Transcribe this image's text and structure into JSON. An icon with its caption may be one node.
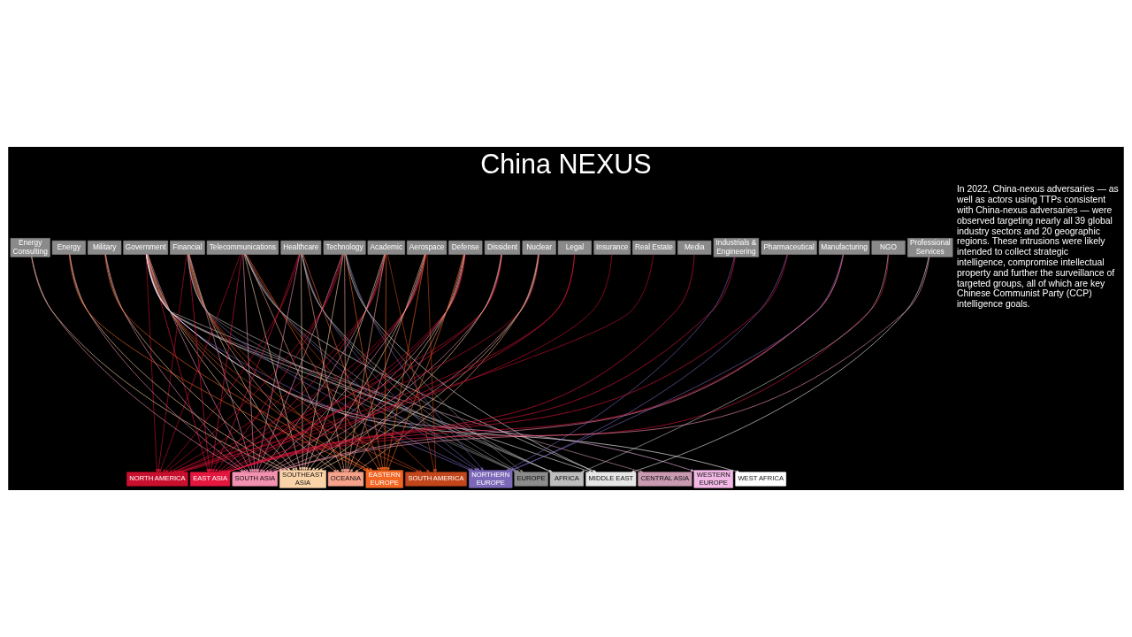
{
  "diagram": {
    "title": "China NEXUS",
    "nodes": [
      {
        "text": [
          "Government"
        ]
      },
      {
        "text": [
          "Financial"
        ]
      },
      {
        "text": [
          "Telecommunications"
        ]
      },
      {
        "text": [
          "Healthcare"
        ]
      },
      {
        "text": [
          "Technology"
        ]
      },
      {
        "text": [
          "Academic"
        ]
      },
      {
        "text": [
          "Aerospace"
        ]
      },
      {
        "text": [
          "Defense"
        ]
      },
      {
        "text": [
          "Dissident"
        ]
      },
      {
        "text": [
          "Nuclear"
        ]
      },
      {
        "text": [
          "Energy"
        ]
      },
      {
        "text": [
          "Manufacturing"
        ]
      },
      {
        "text": [
          "Military"
        ]
      },
      {
        "text": [
          "Energy Consulting"
        ]
      },
      {
        "text": [
          "Industrials & Engineering"
        ]
      },
      {
        "text": [
          "Legal"
        ]
      },
      {
        "text": [
          "NGO"
        ]
      },
      {
        "text": [
          "Pharmaceutical"
        ]
      },
      {
        "text": [
          "Professional Services"
        ]
      },
      {
        "text": [
          "Insurance"
        ]
      },
      {
        "text": [
          "Media"
        ]
      },
      {
        "text": [
          "Real Estate"
        ]
      },
      {
        "text": [
          "NORTH AMERICA"
        ]
      },
      {
        "text": [
          "EAST ASIA"
        ]
      },
      {
        "text": [
          "SOUTH ASIA"
        ]
      },
      {
        "text": [
          "SOUTHEAST ASIA"
        ]
      },
      {
        "text": [
          "OCEANIA"
        ]
      },
      {
        "text": [
          "EASTERN EUROPE"
        ]
      },
      {
        "text": [
          "SOUTH AMERICA"
        ]
      },
      {
        "text": [
          "NORTHERN EUROPE"
        ]
      },
      {
        "text": [
          "EUROPE"
        ]
      },
      {
        "text": [
          "AFRICA"
        ]
      },
      {
        "text": [
          "MIDDLE EAST"
        ]
      },
      {
        "text": [
          "CENTRAL ASIA"
        ]
      },
      {
        "text": [
          "WESTERN EUROPE"
        ]
      },
      {
        "text": [
          "WEST AFRICA"
        ]
      }
    ],
    "edges": [
      {
        "from": 0,
        "to": 22,
        "arrow": "to",
        "color": "#c8102e"
      },
      {
        "from": 0,
        "to": 23,
        "arrow": "to",
        "color": "#e4173e"
      },
      {
        "from": 0,
        "to": 24,
        "arrow": "to",
        "color": "#f291b0"
      },
      {
        "from": 0,
        "to": 25,
        "arrow": "to",
        "color": "#fbd3a8"
      },
      {
        "from": 0,
        "to": 26,
        "arrow": "to",
        "color": "#f7a38c"
      },
      {
        "from": 0,
        "to": 27,
        "arrow": "to",
        "color": "#f26522"
      },
      {
        "from": 0,
        "to": 28,
        "arrow": "to",
        "color": "#c1461b"
      },
      {
        "from": 0,
        "to": 29,
        "arrow": "to",
        "color": "#7b68b8"
      },
      {
        "from": 0,
        "to": 30,
        "arrow": "to",
        "color": "#8c8c8c"
      },
      {
        "from": 0,
        "to": 31,
        "arrow": "to",
        "color": "#bdbdbd"
      },
      {
        "from": 0,
        "to": 32,
        "arrow": "to",
        "color": "#e6e6e6"
      },
      {
        "from": 0,
        "to": 33,
        "arrow": "to",
        "color": "#c99ab0"
      },
      {
        "from": 0,
        "to": 34,
        "arrow": "to",
        "color": "#f2b8e6"
      },
      {
        "from": 0,
        "to": 35,
        "arrow": "to",
        "color": "#ffffff"
      },
      {
        "from": 1,
        "to": 22,
        "arrow": "to",
        "color": "#c8102e"
      },
      {
        "from": 1,
        "to": 23,
        "arrow": "to",
        "color": "#e4173e"
      },
      {
        "from": 1,
        "to": 24,
        "arrow": "to",
        "color": "#f291b0"
      },
      {
        "from": 1,
        "to": 25,
        "arrow": "to",
        "color": "#fbd3a8"
      },
      {
        "from": 1,
        "to": 26,
        "arrow": "to",
        "color": "#f7a38c"
      },
      {
        "from": 1,
        "to": 27,
        "arrow": "to",
        "color": "#f26522"
      },
      {
        "from": 1,
        "to": 28,
        "arrow": "to",
        "color": "#c1461b"
      },
      {
        "from": 1,
        "to": 29,
        "arrow": "to",
        "color": "#7b68b8"
      },
      {
        "from": 1,
        "to": 30,
        "arrow": "to",
        "color": "#8c8c8c"
      },
      {
        "from": 1,
        "to": 31,
        "arrow": "to",
        "color": "#bdbdbd"
      },
      {
        "from": 2,
        "to": 22,
        "arrow": "to",
        "color": "#c8102e"
      },
      {
        "from": 2,
        "to": 23,
        "arrow": "to",
        "color": "#e4173e"
      },
      {
        "from": 2,
        "to": 24,
        "arrow": "to",
        "color": "#f291b0"
      },
      {
        "from": 2,
        "to": 25,
        "arrow": "to",
        "color": "#fbd3a8"
      },
      {
        "from": 2,
        "to": 26,
        "arrow": "to",
        "color": "#f7a38c"
      },
      {
        "from": 2,
        "to": 27,
        "arrow": "to",
        "color": "#f26522"
      },
      {
        "from": 2,
        "to": 28,
        "arrow": "to",
        "color": "#c1461b"
      },
      {
        "from": 2,
        "to": 29,
        "arrow": "to",
        "color": "#7b68b8"
      },
      {
        "from": 2,
        "to": 30,
        "arrow": "to",
        "color": "#8c8c8c"
      },
      {
        "from": 2,
        "to": 32,
        "arrow": "to",
        "color": "#e6e6e6"
      },
      {
        "from": 3,
        "to": 22,
        "arrow": "to",
        "color": "#c8102e"
      },
      {
        "from": 3,
        "to": 23,
        "arrow": "to",
        "color": "#e4173e"
      },
      {
        "from": 3,
        "to": 24,
        "arrow": "to",
        "color": "#f291b0"
      },
      {
        "from": 3,
        "to": 25,
        "arrow": "to",
        "color": "#fbd3a8"
      },
      {
        "from": 3,
        "to": 26,
        "arrow": "to",
        "color": "#f7a38c"
      },
      {
        "from": 3,
        "to": 27,
        "arrow": "to",
        "color": "#f26522"
      },
      {
        "from": 3,
        "to": 29,
        "arrow": "to",
        "color": "#7b68b8"
      },
      {
        "from": 3,
        "to": 30,
        "arrow": "to",
        "color": "#8c8c8c"
      },
      {
        "from": 3,
        "to": 31,
        "arrow": "to",
        "color": "#bdbdbd"
      },
      {
        "from": 4,
        "to": 22,
        "arrow": "to",
        "color": "#c8102e"
      },
      {
        "from": 4,
        "to": 23,
        "arrow": "to",
        "color": "#e4173e"
      },
      {
        "from": 4,
        "to": 24,
        "arrow": "to",
        "color": "#f291b0"
      },
      {
        "from": 4,
        "to": 25,
        "arrow": "to",
        "color": "#fbd3a8"
      },
      {
        "from": 4,
        "to": 26,
        "arrow": "to",
        "color": "#f7a38c"
      },
      {
        "from": 4,
        "to": 27,
        "arrow": "to",
        "color": "#f26522"
      },
      {
        "from": 4,
        "to": 29,
        "arrow": "to",
        "color": "#7b68b8"
      },
      {
        "from": 4,
        "to": 30,
        "arrow": "to",
        "color": "#8c8c8c"
      },
      {
        "from": 4,
        "to": 32,
        "arrow": "to",
        "color": "#e6e6e6"
      },
      {
        "from": 5,
        "to": 22,
        "arrow": "to",
        "color": "#c8102e"
      },
      {
        "from": 5,
        "to": 23,
        "arrow": "to",
        "color": "#e4173e"
      },
      {
        "from": 5,
        "to": 24,
        "arrow": "to",
        "color": "#f291b0"
      },
      {
        "from": 5,
        "to": 25,
        "arrow": "to",
        "color": "#fbd3a8"
      },
      {
        "from": 5,
        "to": 26,
        "arrow": "to",
        "color": "#f7a38c"
      },
      {
        "from": 5,
        "to": 27,
        "arrow": "to",
        "color": "#f26522"
      },
      {
        "from": 5,
        "to": 28,
        "arrow": "to",
        "color": "#c1461b"
      },
      {
        "from": 6,
        "to": 22,
        "arrow": "to",
        "color": "#c8102e"
      },
      {
        "from": 6,
        "to": 23,
        "arrow": "to",
        "color": "#e4173e"
      },
      {
        "from": 6,
        "to": 24,
        "arrow": "to",
        "color": "#f291b0"
      },
      {
        "from": 6,
        "to": 25,
        "arrow": "to",
        "color": "#fbd3a8"
      },
      {
        "from": 6,
        "to": 26,
        "arrow": "to",
        "color": "#f7a38c"
      },
      {
        "from": 6,
        "to": 27,
        "arrow": "to",
        "color": "#f26522"
      },
      {
        "from": 6,
        "to": 28,
        "arrow": "to",
        "color": "#c1461b"
      },
      {
        "from": 7,
        "to": 22,
        "arrow": "to",
        "color": "#c8102e"
      },
      {
        "from": 7,
        "to": 23,
        "arrow": "to",
        "color": "#e4173e"
      },
      {
        "from": 7,
        "to": 24,
        "arrow": "to",
        "color": "#f291b0"
      },
      {
        "from": 7,
        "to": 25,
        "arrow": "to",
        "color": "#fbd3a8"
      },
      {
        "from": 7,
        "to": 26,
        "arrow": "to",
        "color": "#f7a38c"
      },
      {
        "from": 7,
        "to": 27,
        "arrow": "to",
        "color": "#f26522"
      },
      {
        "from": 8,
        "to": 22,
        "arrow": "to",
        "color": "#c8102e"
      },
      {
        "from": 8,
        "to": 23,
        "arrow": "to",
        "color": "#e4173e"
      },
      {
        "from": 8,
        "to": 24,
        "arrow": "to",
        "color": "#f291b0"
      },
      {
        "from": 8,
        "to": 25,
        "arrow": "to",
        "color": "#fbd3a8"
      },
      {
        "from": 9,
        "to": 22,
        "arrow": "to",
        "color": "#c8102e"
      },
      {
        "from": 9,
        "to": 24,
        "arrow": "to",
        "color": "#f291b0"
      },
      {
        "from": 9,
        "to": 25,
        "arrow": "to",
        "color": "#fbd3a8"
      },
      {
        "from": 9,
        "to": 26,
        "arrow": "to",
        "color": "#f7a38c"
      },
      {
        "from": 10,
        "to": 24,
        "arrow": "to",
        "color": "#f291b0"
      },
      {
        "from": 10,
        "to": 25,
        "arrow": "to",
        "color": "#fbd3a8"
      },
      {
        "from": 10,
        "to": 27,
        "arrow": "to",
        "color": "#f26522"
      },
      {
        "from": 11,
        "to": 23,
        "arrow": "to",
        "color": "#e4173e"
      },
      {
        "from": 11,
        "to": 24,
        "arrow": "to",
        "color": "#f291b0"
      },
      {
        "from": 11,
        "to": 29,
        "arrow": "to",
        "color": "#7b68b8"
      },
      {
        "from": 12,
        "to": 24,
        "arrow": "to",
        "color": "#f291b0"
      },
      {
        "from": 12,
        "to": 25,
        "arrow": "to",
        "color": "#fbd3a8"
      },
      {
        "from": 12,
        "to": 27,
        "arrow": "to",
        "color": "#f26522"
      },
      {
        "from": 13,
        "to": 24,
        "arrow": "to",
        "color": "#f291b0"
      },
      {
        "from": 13,
        "to": 25,
        "arrow": "to",
        "color": "#fbd3a8"
      },
      {
        "from": 14,
        "to": 23,
        "arrow": "to",
        "color": "#e4173e"
      },
      {
        "from": 14,
        "to": 29,
        "arrow": "to",
        "color": "#7b68b8"
      },
      {
        "from": 15,
        "to": 22,
        "arrow": "to",
        "color": "#c8102e"
      },
      {
        "from": 15,
        "to": 23,
        "arrow": "to",
        "color": "#e4173e"
      },
      {
        "from": 16,
        "to": 23,
        "arrow": "to",
        "color": "#e4173e"
      },
      {
        "from": 16,
        "to": 31,
        "arrow": "to",
        "color": "#bdbdbd"
      },
      {
        "from": 17,
        "to": 23,
        "arrow": "to",
        "color": "#e4173e"
      },
      {
        "from": 17,
        "to": 29,
        "arrow": "to",
        "color": "#7b68b8"
      },
      {
        "from": 18,
        "to": 24,
        "arrow": "to",
        "color": "#f291b0"
      },
      {
        "from": 18,
        "to": 32,
        "arrow": "to",
        "color": "#e6e6e6"
      },
      {
        "from": 19,
        "to": 22,
        "arrow": "to",
        "color": "#c8102e"
      },
      {
        "from": 20,
        "to": 23,
        "arrow": "to",
        "color": "#e4173e"
      },
      {
        "from": 21,
        "to": 22,
        "arrow": "to",
        "color": "#c8102e"
      }
    ],
    "labels": [
      "In 2022, China-nexus adversaries — as well as actors using TTPs consistent with China-nexus adversaries — were observed targeting nearly all 39 global industry sectors and 20 geographic regions. These intrusions were likely intended to collect strategic intelligence, compromise intellectual property and further the surveillance of targeted groups, all of which are key Chinese Communist Party (CCP) intelligence goals."
    ]
  }
}
